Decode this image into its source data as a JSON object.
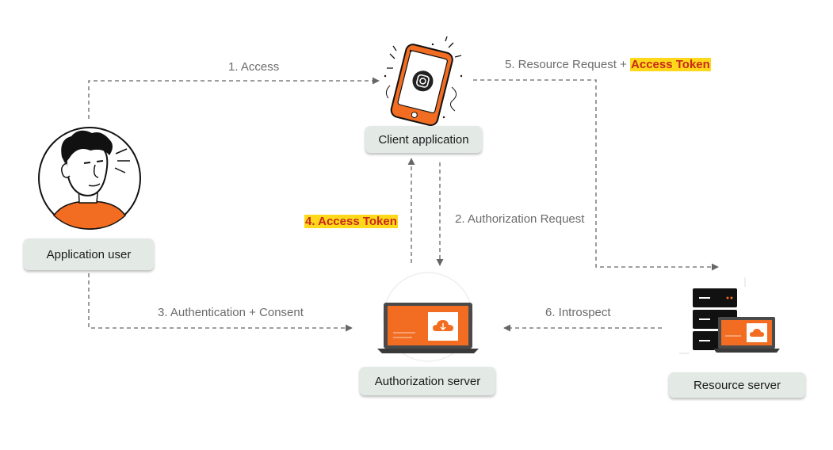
{
  "nodes": {
    "user": "Application user",
    "client": "Client application",
    "auth": "Authorization server",
    "resource": "Resource server"
  },
  "edges": {
    "access": "1. Access",
    "auth_request": "2. Authorization Request",
    "authn_consent": "3. Authentication + Consent",
    "access_token_return": "4. Access Token",
    "resource_request": "5. Resource Request + ",
    "resource_request_token": "Access Token",
    "introspect": "6. Introspect"
  },
  "colors": {
    "accent": "#f26d21",
    "highlight": "#fed81a",
    "highlight_text": "#c8291c",
    "label_bg": "#e3eae6",
    "arrow": "#666666"
  },
  "icons": {
    "user": "person-avatar-icon",
    "client": "smartphone-icon",
    "auth": "laptop-cloud-icon",
    "resource": "server-stack-icon"
  }
}
